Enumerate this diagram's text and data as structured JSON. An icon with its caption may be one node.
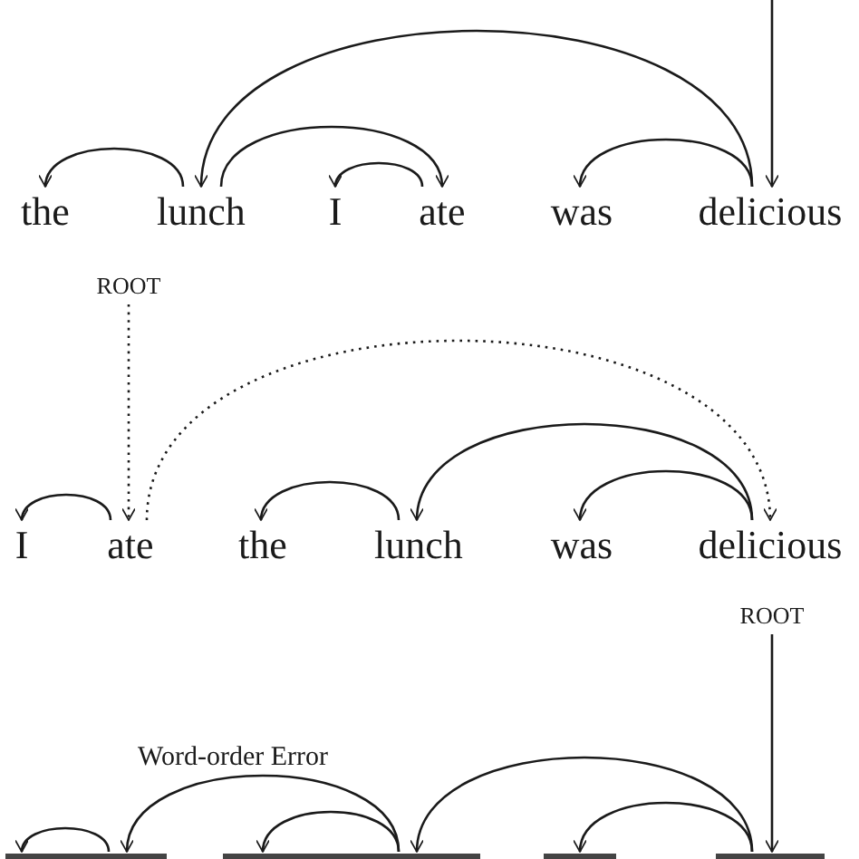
{
  "diagram": {
    "nodes": [
      {
        "text": [
          "the"
        ]
      },
      {
        "text": [
          "lunch"
        ]
      },
      {
        "text": [
          "I"
        ]
      },
      {
        "text": [
          "ate"
        ]
      },
      {
        "text": [
          "was"
        ]
      },
      {
        "text": [
          "delicious"
        ]
      },
      {
        "text": [
          "ROOT"
        ]
      },
      {
        "text": [
          "I"
        ]
      },
      {
        "text": [
          "ate"
        ]
      },
      {
        "text": [
          "the"
        ]
      },
      {
        "text": [
          "lunch"
        ]
      },
      {
        "text": [
          "was"
        ]
      },
      {
        "text": [
          "delicious"
        ]
      },
      {
        "text": [
          "ROOT"
        ]
      },
      {
        "text": [],
        "shape": "bar"
      },
      {
        "text": [],
        "shape": "bar"
      },
      {
        "text": [],
        "shape": "bar"
      },
      {
        "text": [],
        "shape": "bar"
      },
      {
        "text": [],
        "shape": "bar"
      },
      {
        "text": [],
        "shape": "bar"
      }
    ],
    "edges": [
      {
        "from": 1,
        "to": 0,
        "arrow": "to"
      },
      {
        "from": 1,
        "to": 3,
        "arrow": "to"
      },
      {
        "from": 3,
        "to": 2,
        "arrow": "to"
      },
      {
        "from": 5,
        "to": 4,
        "arrow": "to"
      },
      {
        "from": 5,
        "to": 1,
        "arrow": "to"
      },
      {
        "from": null,
        "to": 5,
        "arrow": "to"
      },
      {
        "from": 6,
        "to": 8,
        "arrow": "to",
        "style": "dashed"
      },
      {
        "from": 8,
        "to": 7,
        "arrow": "to"
      },
      {
        "from": 8,
        "to": 12,
        "arrow": "to",
        "style": "dashed"
      },
      {
        "from": 10,
        "to": 9,
        "arrow": "to"
      },
      {
        "from": 12,
        "to": 10,
        "arrow": "to"
      },
      {
        "from": 12,
        "to": 11,
        "arrow": "to"
      },
      {
        "from": 13,
        "to": 19,
        "arrow": "to"
      },
      {
        "from": 15,
        "to": 14,
        "arrow": "to"
      },
      {
        "from": 17,
        "to": 15,
        "arrow": "to",
        "label": "Word-order Error"
      },
      {
        "from": 17,
        "to": 16,
        "arrow": "to"
      },
      {
        "from": 19,
        "to": 17,
        "arrow": "to"
      },
      {
        "from": 19,
        "to": 18,
        "arrow": "to"
      }
    ]
  }
}
